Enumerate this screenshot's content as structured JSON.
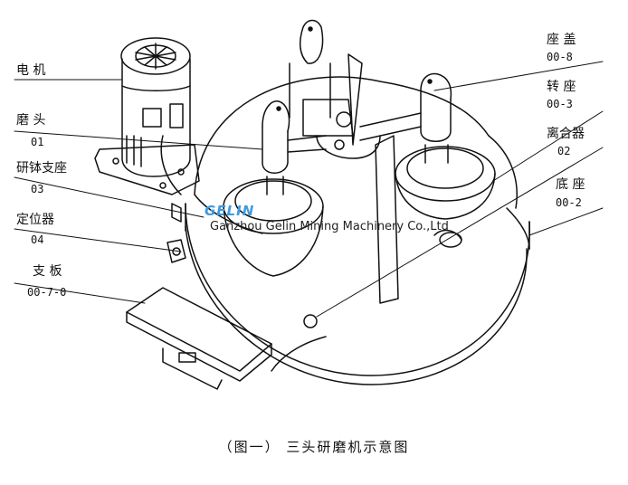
{
  "diagram": {
    "caption": "（图一） 三头研磨机示意图",
    "watermark": {
      "logo": "GELIN",
      "text": "Ganzhou Gelin Mining Machinery Co.,Ltd"
    },
    "labels_left": [
      {
        "name": "电 机",
        "code": ""
      },
      {
        "name": "磨 头",
        "code": "01"
      },
      {
        "name": "研钵支座",
        "code": "03"
      },
      {
        "name": "定位器",
        "code": "04"
      },
      {
        "name": "支 板",
        "code": "00-7-0"
      }
    ],
    "labels_right": [
      {
        "name": "座 盖",
        "code": "00-8"
      },
      {
        "name": "转 座",
        "code": "00-3"
      },
      {
        "name": "离合器",
        "code": "02"
      },
      {
        "name": "底 座",
        "code": "00-2"
      }
    ]
  }
}
